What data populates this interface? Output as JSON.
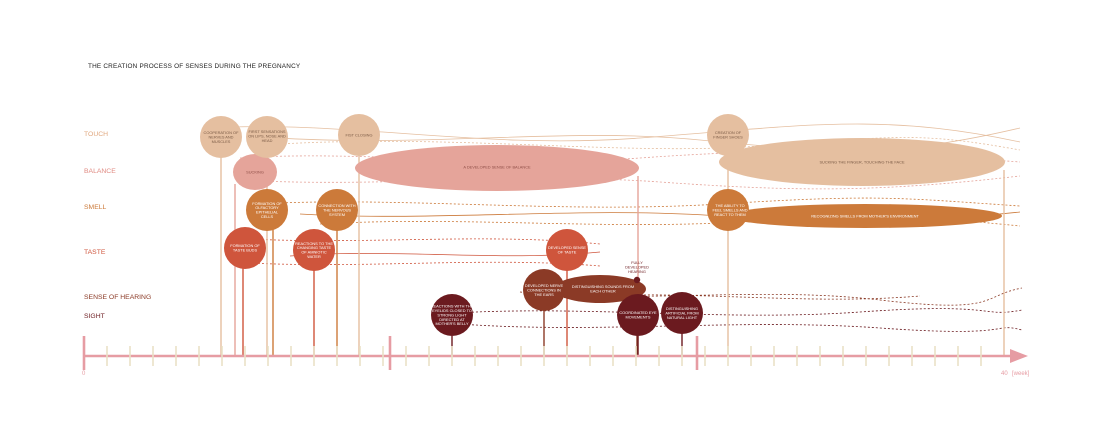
{
  "title": "THE CREATION PROCESS OF SENSES DURING THE PREGNANCY",
  "colors": {
    "touch": "#E5BFA0",
    "balance": "#E5A49A",
    "smell": "#CC7A3A",
    "taste": "#CF553C",
    "hearing": "#8B3A26",
    "sight": "#6B1A1F",
    "axis": "#E69CA3",
    "tick": "#E9E1C6"
  },
  "rows": [
    {
      "key": "touch",
      "label": "TOUCH"
    },
    {
      "key": "balance",
      "label": "BALANCE"
    },
    {
      "key": "smell",
      "label": "SMELL"
    },
    {
      "key": "taste",
      "label": "TASTE"
    },
    {
      "key": "hearing",
      "label": "SENSE OF HEARING"
    },
    {
      "key": "sight",
      "label": "SIGHT"
    }
  ],
  "axis": {
    "start_label": "0",
    "end_label": "40",
    "unit_label": "[week]"
  },
  "milestones": [
    {
      "id": "cooperation-nerves-muscles",
      "row": "touch",
      "label": "COOPERATION OF NERVES AND MUSCLES"
    },
    {
      "id": "first-sensations",
      "row": "touch",
      "label": "FIRST SENSATIONS ON LIPS, NOSE AND HEAD"
    },
    {
      "id": "fist-closing",
      "row": "touch",
      "label": "FIST CLOSING"
    },
    {
      "id": "creation-finger-shoes",
      "row": "touch",
      "label": "CREATION OF FINGER SHOES"
    },
    {
      "id": "sucking-finger",
      "row": "touch",
      "label": "SUCKING THE FINGER, TOUCHING THE FACE"
    },
    {
      "id": "sucking",
      "row": "balance",
      "label": "SUCKING"
    },
    {
      "id": "developed-balance",
      "row": "balance",
      "label": "A DEVELOPED SENSE OF BALANCE"
    },
    {
      "id": "olfactory-cells",
      "row": "smell",
      "label": "FORMATION OF OLFACTORY EPITHELIAL CELLS"
    },
    {
      "id": "connection-nervous",
      "row": "smell",
      "label": "CONNECTION WITH THE NERVOUS SYSTEM"
    },
    {
      "id": "ability-feel-smells",
      "row": "smell",
      "label": "THE ABILITY TO FEEL SMELLS AND REACT TO THEM"
    },
    {
      "id": "recognizing-smells",
      "row": "smell",
      "label": "RECOGNIZING SMELLS FROM MOTHER'S ENVIRONMENT"
    },
    {
      "id": "taste-buds",
      "row": "taste",
      "label": "FORMATION OF TASTE BUDS"
    },
    {
      "id": "reactions-taste",
      "row": "taste",
      "label": "REACTIONS TO THE CHANGING TASTE OF AMNIOTIC WATER"
    },
    {
      "id": "developed-taste",
      "row": "taste",
      "label": "DEVELOPED SENSE OF TASTE"
    },
    {
      "id": "nerve-connections-ears",
      "row": "hearing",
      "label": "DEVELOPED NERVE CONNECTIONS IN THE EARS"
    },
    {
      "id": "distinguishing-sounds",
      "row": "hearing",
      "label": "DISTINGUISHING SOUNDS FROM EACH OTHER"
    },
    {
      "id": "fully-developed-hearing",
      "row": "hearing",
      "label": "FULLY DEVELOPED HEARING"
    },
    {
      "id": "reactions-eyelids",
      "row": "sight",
      "label": "REACTIONS WITH THE EYELIDS CLOSED TO STRONG LIGHT DIRECTED AT MOTHER'S BELLY"
    },
    {
      "id": "coordinated-eyes",
      "row": "sight",
      "label": "COORDINATED EYE MOVEMENTS"
    },
    {
      "id": "distinguishing-light",
      "row": "sight",
      "label": "DISTINGUISHING ARTIFICIAL FROM NATURAL LIGHT"
    }
  ]
}
